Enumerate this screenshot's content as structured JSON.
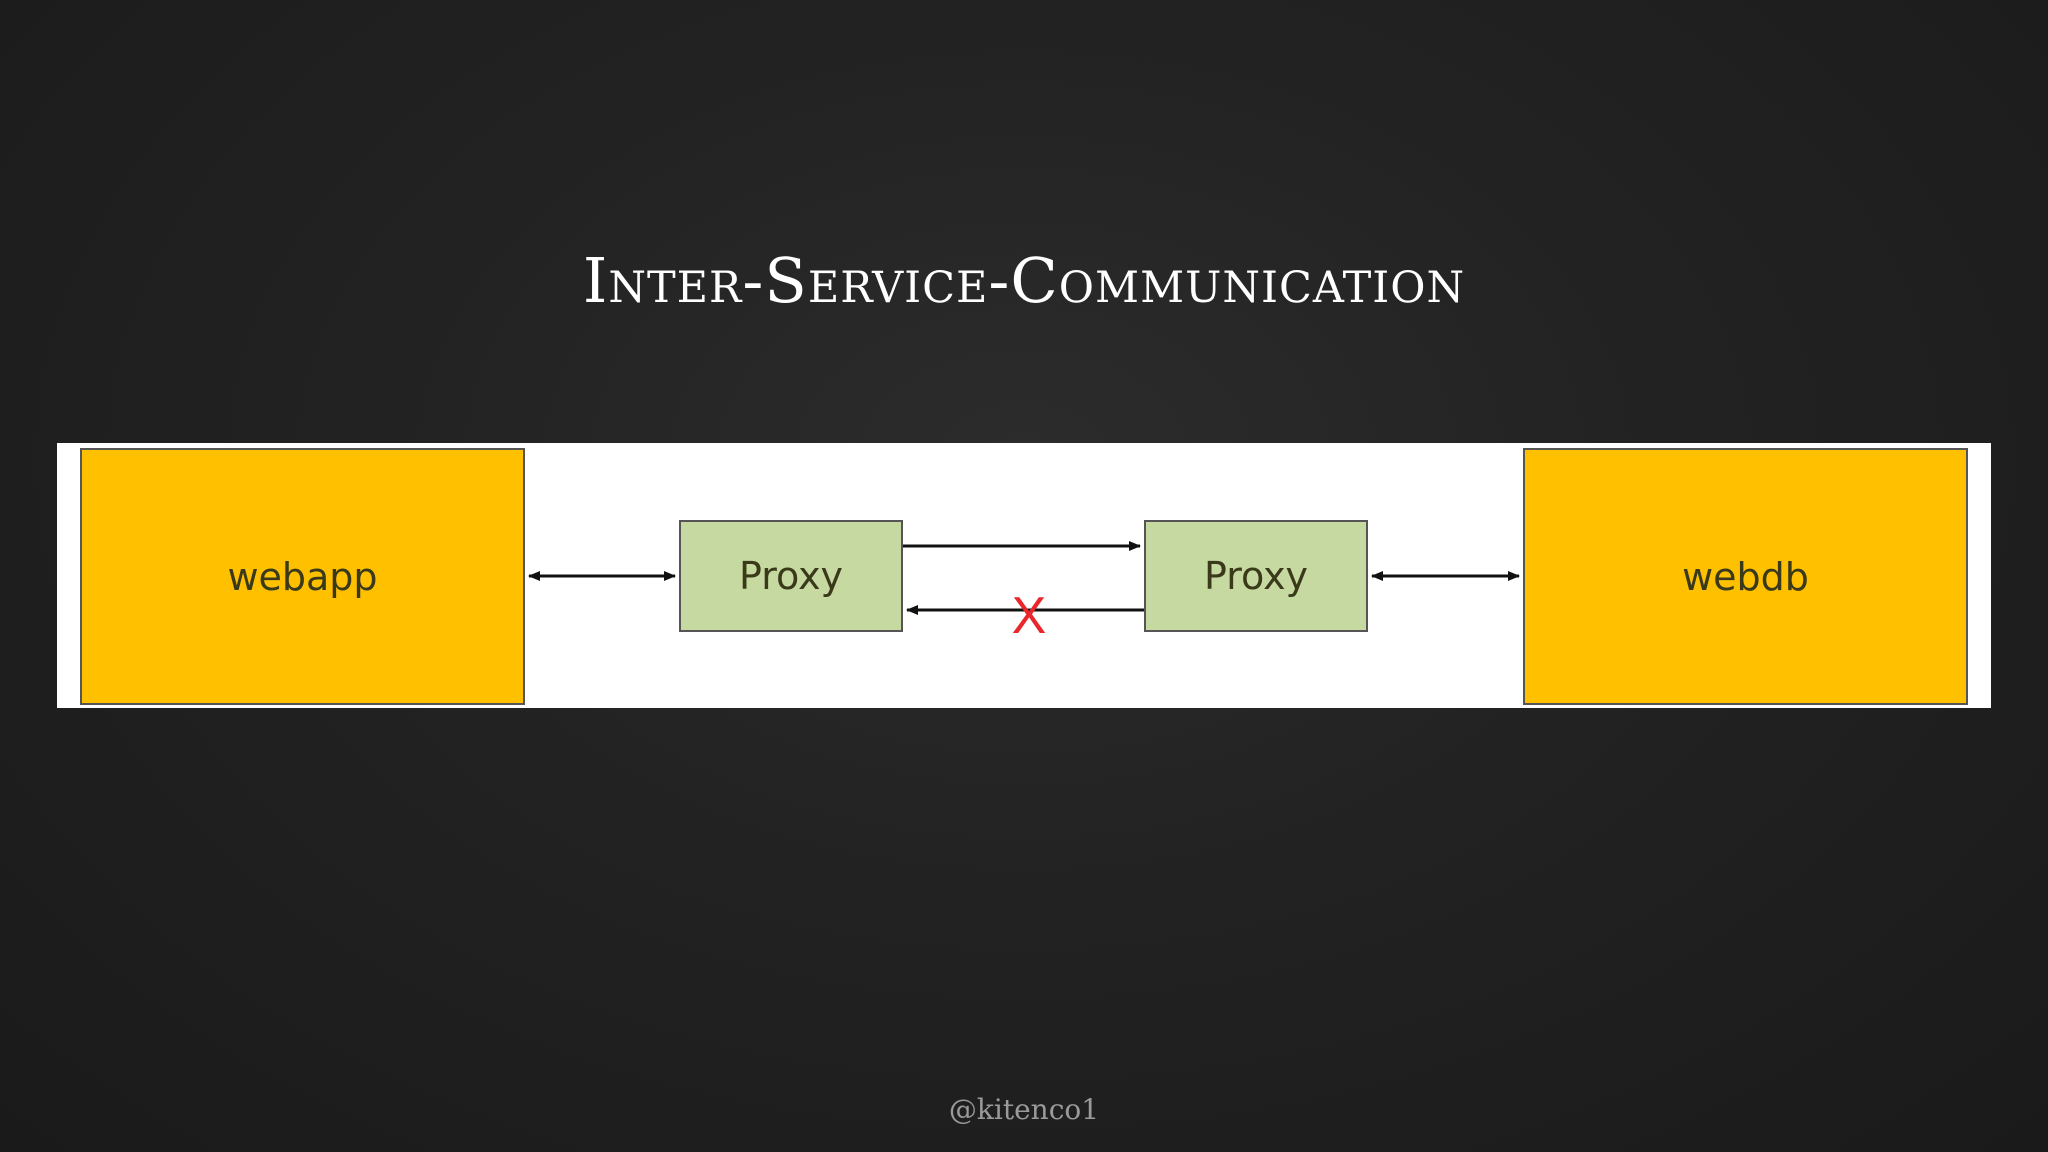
{
  "slide": {
    "title": "Inter-Service-Communication",
    "footer": "@kitenco1"
  },
  "diagram": {
    "nodes": {
      "webapp": "webapp",
      "proxy_left": "Proxy",
      "proxy_right": "Proxy",
      "webdb": "webdb"
    },
    "blocked_marker": "X"
  },
  "colors": {
    "background": "#222222",
    "service_fill": "#ffc000",
    "proxy_fill": "#c5d9a0",
    "arrow": "#111111",
    "blocked": "#e8262b",
    "title_text": "#ffffff",
    "footer_text": "#9a9a9a"
  }
}
